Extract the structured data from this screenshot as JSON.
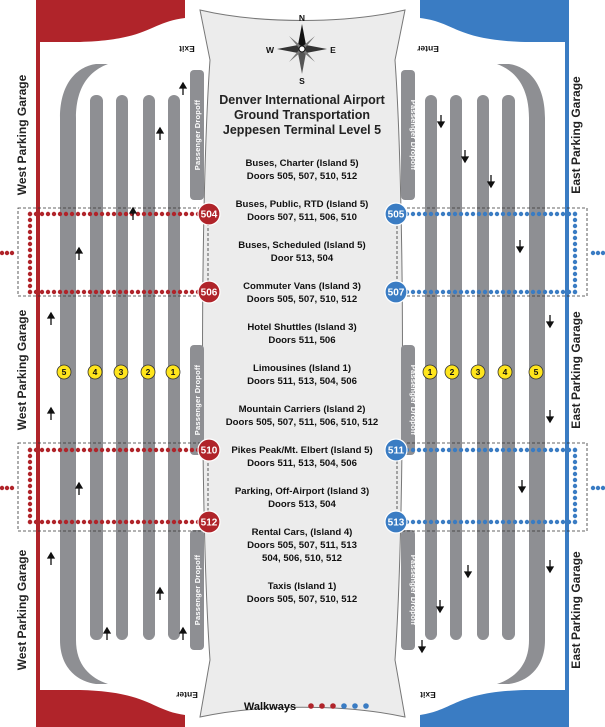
{
  "title": {
    "line1": "Denver International Airport",
    "line2": "Ground Transportation",
    "line3": "Jeppesen Terminal Level 5"
  },
  "compass": {
    "n": "N",
    "s": "S",
    "e": "E",
    "w": "W"
  },
  "garages": {
    "west": "West Parking Garage",
    "east": "East Parking Garage"
  },
  "labels": {
    "passenger_dropoff": "Passenger Dropoff",
    "exit": "Exit",
    "enter": "Enter",
    "walkways": "Walkways"
  },
  "services": [
    {
      "name": "Buses, Charter (Island 5)",
      "doors": "Doors 505, 507, 510, 512"
    },
    {
      "name": "Buses, Public, RTD (Island 5)",
      "doors": "Doors 507, 511, 506, 510"
    },
    {
      "name": "Buses, Scheduled (Island 5)",
      "doors": "Door 513, 504"
    },
    {
      "name": "Commuter Vans (Island 3)",
      "doors": "Doors 505, 507, 510, 512"
    },
    {
      "name": "Hotel Shuttles (Island 3)",
      "doors": "Doors 511, 506"
    },
    {
      "name": "Limousines (Island 1)",
      "doors": "Doors 511, 513, 504, 506"
    },
    {
      "name": "Mountain Carriers (Island 2)",
      "doors": "Doors 505, 507, 511, 506, 510, 512"
    },
    {
      "name": "Pikes Peak/Mt. Elbert (Island 5)",
      "doors": "Doors 511, 513, 504, 506"
    },
    {
      "name": "Parking, Off-Airport (Island 3)",
      "doors": "Doors 513, 504"
    },
    {
      "name": "Rental Cars, (Island 4)",
      "doors": "Doors 505, 507, 511, 513",
      "doors2": "504, 506, 510, 512"
    },
    {
      "name": "Taxis (Island 1)",
      "doors": "Doors 505, 507, 510, 512"
    }
  ],
  "doors_west": [
    "504",
    "506",
    "510",
    "512"
  ],
  "doors_east": [
    "505",
    "507",
    "511",
    "513"
  ],
  "islands_west": [
    "5",
    "4",
    "3",
    "2",
    "1"
  ],
  "islands_east": [
    "1",
    "2",
    "3",
    "4",
    "5"
  ],
  "colors": {
    "west": "#b0242a",
    "east": "#3a7cc3",
    "lane": "#8e8f93",
    "island": "#ffe51c"
  }
}
